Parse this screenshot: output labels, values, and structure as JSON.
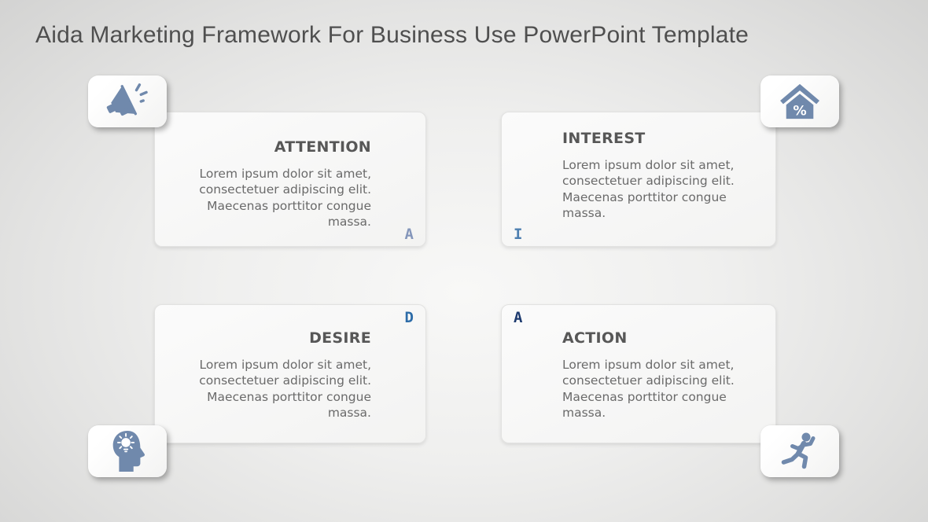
{
  "slide_title": "Aida Marketing Framework For Business Use PowerPoint Template",
  "cards": [
    {
      "title": "ATTENTION",
      "body": "Lorem ipsum dolor sit amet, consectetuer adipiscing elit. Maecenas porttitor congue massa.",
      "letter": "A",
      "letter_color": "#8496ba"
    },
    {
      "title": "INTEREST",
      "body": "Lorem ipsum dolor sit amet, consectetuer adipiscing elit. Maecenas porttitor congue massa.",
      "letter": "I",
      "letter_color": "#4d7fb0"
    },
    {
      "title": "DESIRE",
      "body": "Lorem ipsum dolor sit amet, consectetuer adipiscing elit. Maecenas porttitor congue massa.",
      "letter": "D",
      "letter_color": "#2d6ca8"
    },
    {
      "title": "ACTION",
      "body": "Lorem ipsum dolor sit amet, consectetuer adipiscing elit. Maecenas porttitor congue massa.",
      "letter": "A",
      "letter_color": "#1d3a6e"
    }
  ],
  "icons": [
    {
      "name": "megaphone-icon",
      "position": "top-left"
    },
    {
      "name": "house-discount-icon",
      "position": "top-right"
    },
    {
      "name": "idea-head-icon",
      "position": "bottom-left"
    },
    {
      "name": "runner-icon",
      "position": "bottom-right"
    }
  ],
  "colors": {
    "icon": "#7089ac",
    "slide_title": "#4f4f4f",
    "card_title": "#575757",
    "card_body": "#6a6a6a"
  },
  "house_icon_percent_glyph": "%"
}
